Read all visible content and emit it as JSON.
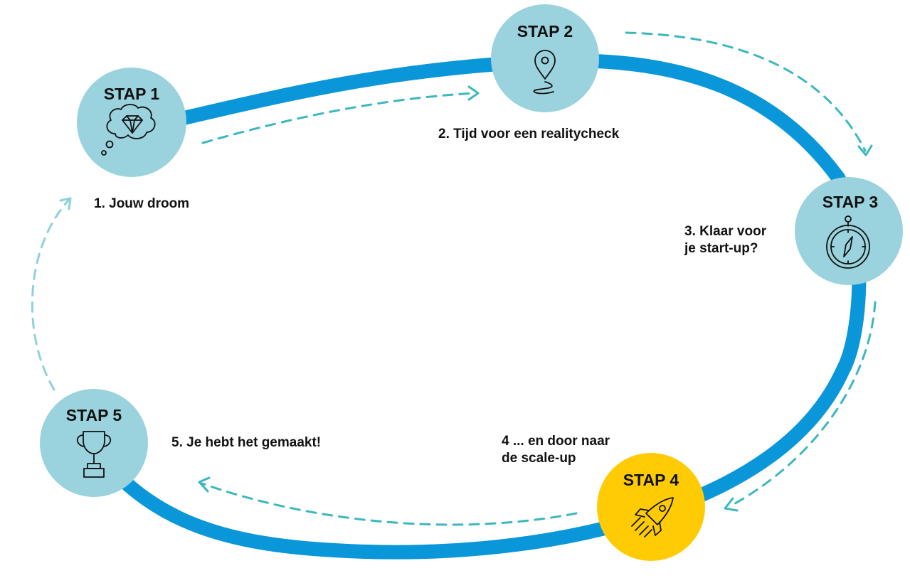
{
  "colors": {
    "track": "#0A97DA",
    "circle": "#9AD3DE",
    "highlight": "#FFCB05",
    "dash_main": "#3BB8BE",
    "dash_faint": "#8ED2D8",
    "text": "#111111"
  },
  "steps": [
    {
      "title": "STAP 1",
      "caption": [
        "1. Jouw droom"
      ],
      "icon": "thought-cloud-diamond-icon"
    },
    {
      "title": "STAP 2",
      "caption": [
        "2. Tijd voor een realitycheck"
      ],
      "icon": "map-pin-icon"
    },
    {
      "title": "STAP 3",
      "caption": [
        "3. Klaar voor",
        "je start-up?"
      ],
      "icon": "compass-icon"
    },
    {
      "title": "STAP 4",
      "caption": [
        "4 ... en door naar",
        "de scale-up"
      ],
      "icon": "rocket-icon"
    },
    {
      "title": "STAP 5",
      "caption": [
        "5. Je hebt het gemaakt!"
      ],
      "icon": "trophy-icon"
    }
  ]
}
